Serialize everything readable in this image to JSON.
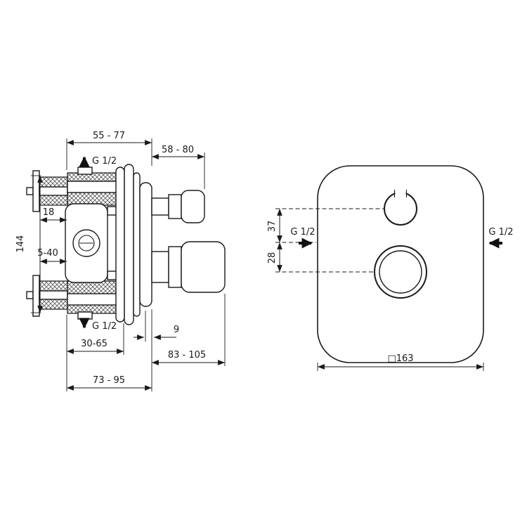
{
  "colors": {
    "line": "#1a1a1a",
    "background": "#ffffff"
  },
  "side_view": {
    "dim_width_top": "55 - 77",
    "dim_knob_depth": "58 - 80",
    "connection_top": "G 1/2",
    "connection_bottom": "G 1/2",
    "dim_height": "144",
    "dim_offset": "18",
    "dim_adjust_depth": "5-40",
    "dim_trim_thickness": "9",
    "dim_rough_depth": "30-65",
    "dim_handle_depth": "83 - 105",
    "dim_body_depth": "73 - 95"
  },
  "front_view": {
    "dim_top_circle_offset": "37",
    "dim_axis_spacing": "28",
    "connection_left": "G 1/2",
    "connection_right": "G 1/2",
    "dim_plate_size": "□163"
  }
}
